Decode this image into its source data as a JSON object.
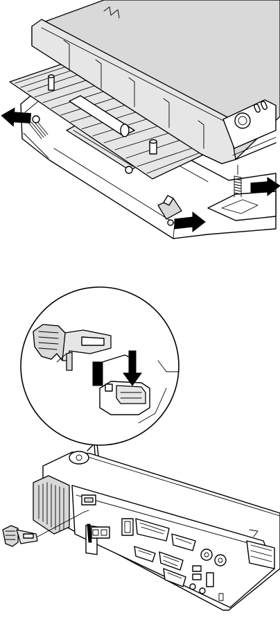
{
  "figure": {
    "top_panel": {
      "arrows": [
        "left-arrow",
        "bottom-arrow",
        "right-arrow"
      ]
    },
    "bottom_panel": {
      "callout": "magnified-lock-detail",
      "arrow": "down-arrow"
    }
  }
}
